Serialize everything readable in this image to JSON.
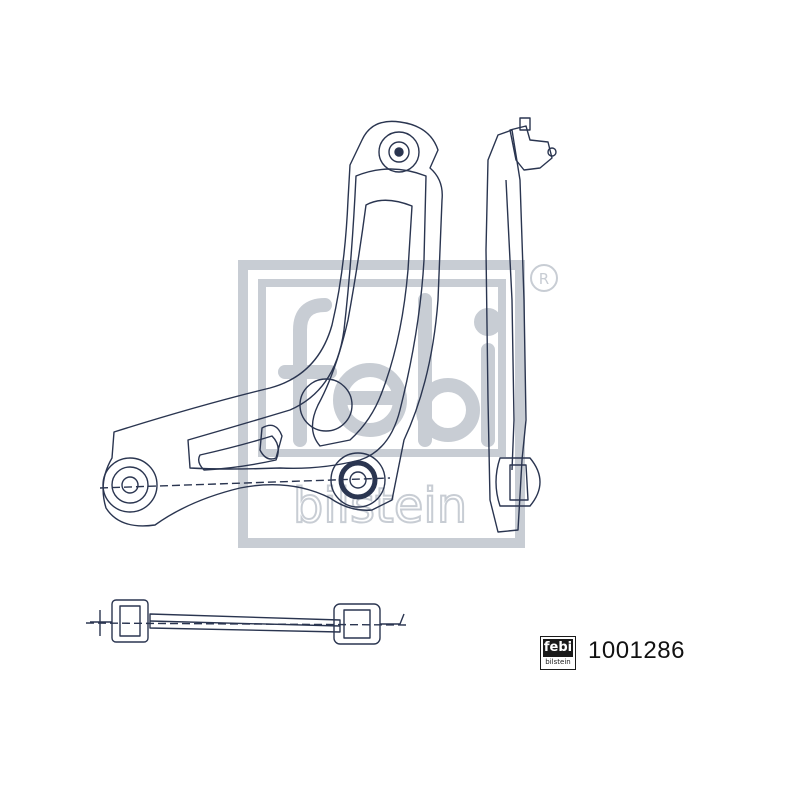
{
  "watermark": {
    "brand_text": "bilstein",
    "logo_letters": "febi",
    "registered_mark": "®",
    "color": "#c8cdd4"
  },
  "brand_badge": {
    "top_text": "febi",
    "bottom_text": "bilstein"
  },
  "part_number": "1001286",
  "line_color": "#2a3550"
}
